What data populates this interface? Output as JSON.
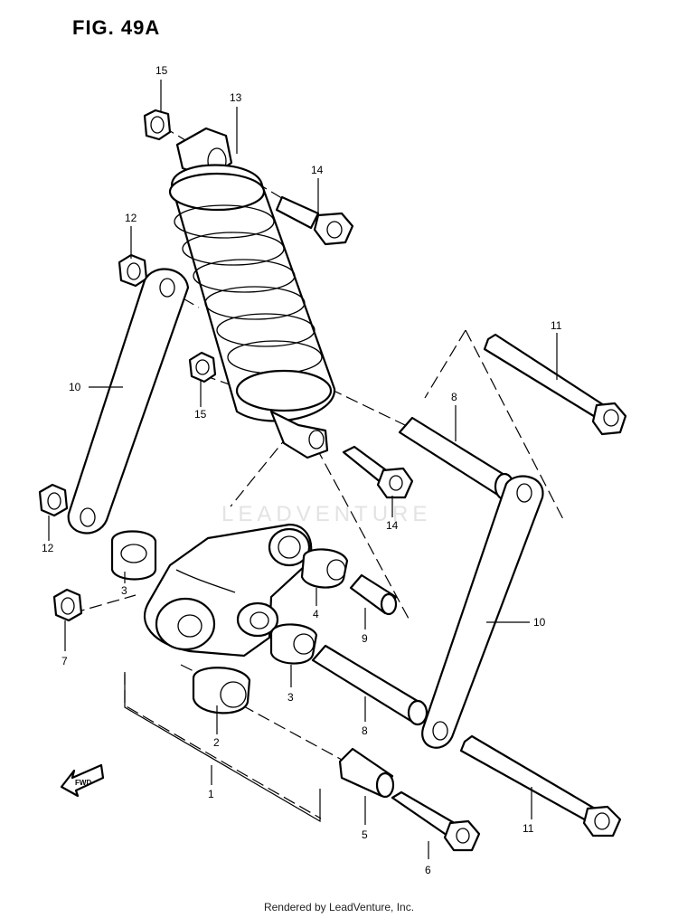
{
  "figure": {
    "title": "FIG. 49A",
    "watermark": "LEADVENTURE",
    "footer": "Rendered by LeadVenture, Inc.",
    "fwd_label": "FWD"
  },
  "callouts": [
    {
      "id": "c15a",
      "label": "15"
    },
    {
      "id": "c13",
      "label": "13"
    },
    {
      "id": "c14a",
      "label": "14"
    },
    {
      "id": "c12a",
      "label": "12"
    },
    {
      "id": "c10a",
      "label": "10"
    },
    {
      "id": "c15b",
      "label": "15"
    },
    {
      "id": "c11a",
      "label": "11"
    },
    {
      "id": "c8a",
      "label": "8"
    },
    {
      "id": "c14b",
      "label": "14"
    },
    {
      "id": "c12b",
      "label": "12"
    },
    {
      "id": "c3a",
      "label": "3"
    },
    {
      "id": "c7",
      "label": "7"
    },
    {
      "id": "c4",
      "label": "4"
    },
    {
      "id": "c9",
      "label": "9"
    },
    {
      "id": "c10b",
      "label": "10"
    },
    {
      "id": "c3b",
      "label": "3"
    },
    {
      "id": "c8b",
      "label": "8"
    },
    {
      "id": "c2",
      "label": "2"
    },
    {
      "id": "c1",
      "label": "1"
    },
    {
      "id": "c5",
      "label": "5"
    },
    {
      "id": "c11b",
      "label": "11"
    },
    {
      "id": "c6",
      "label": "6"
    }
  ]
}
